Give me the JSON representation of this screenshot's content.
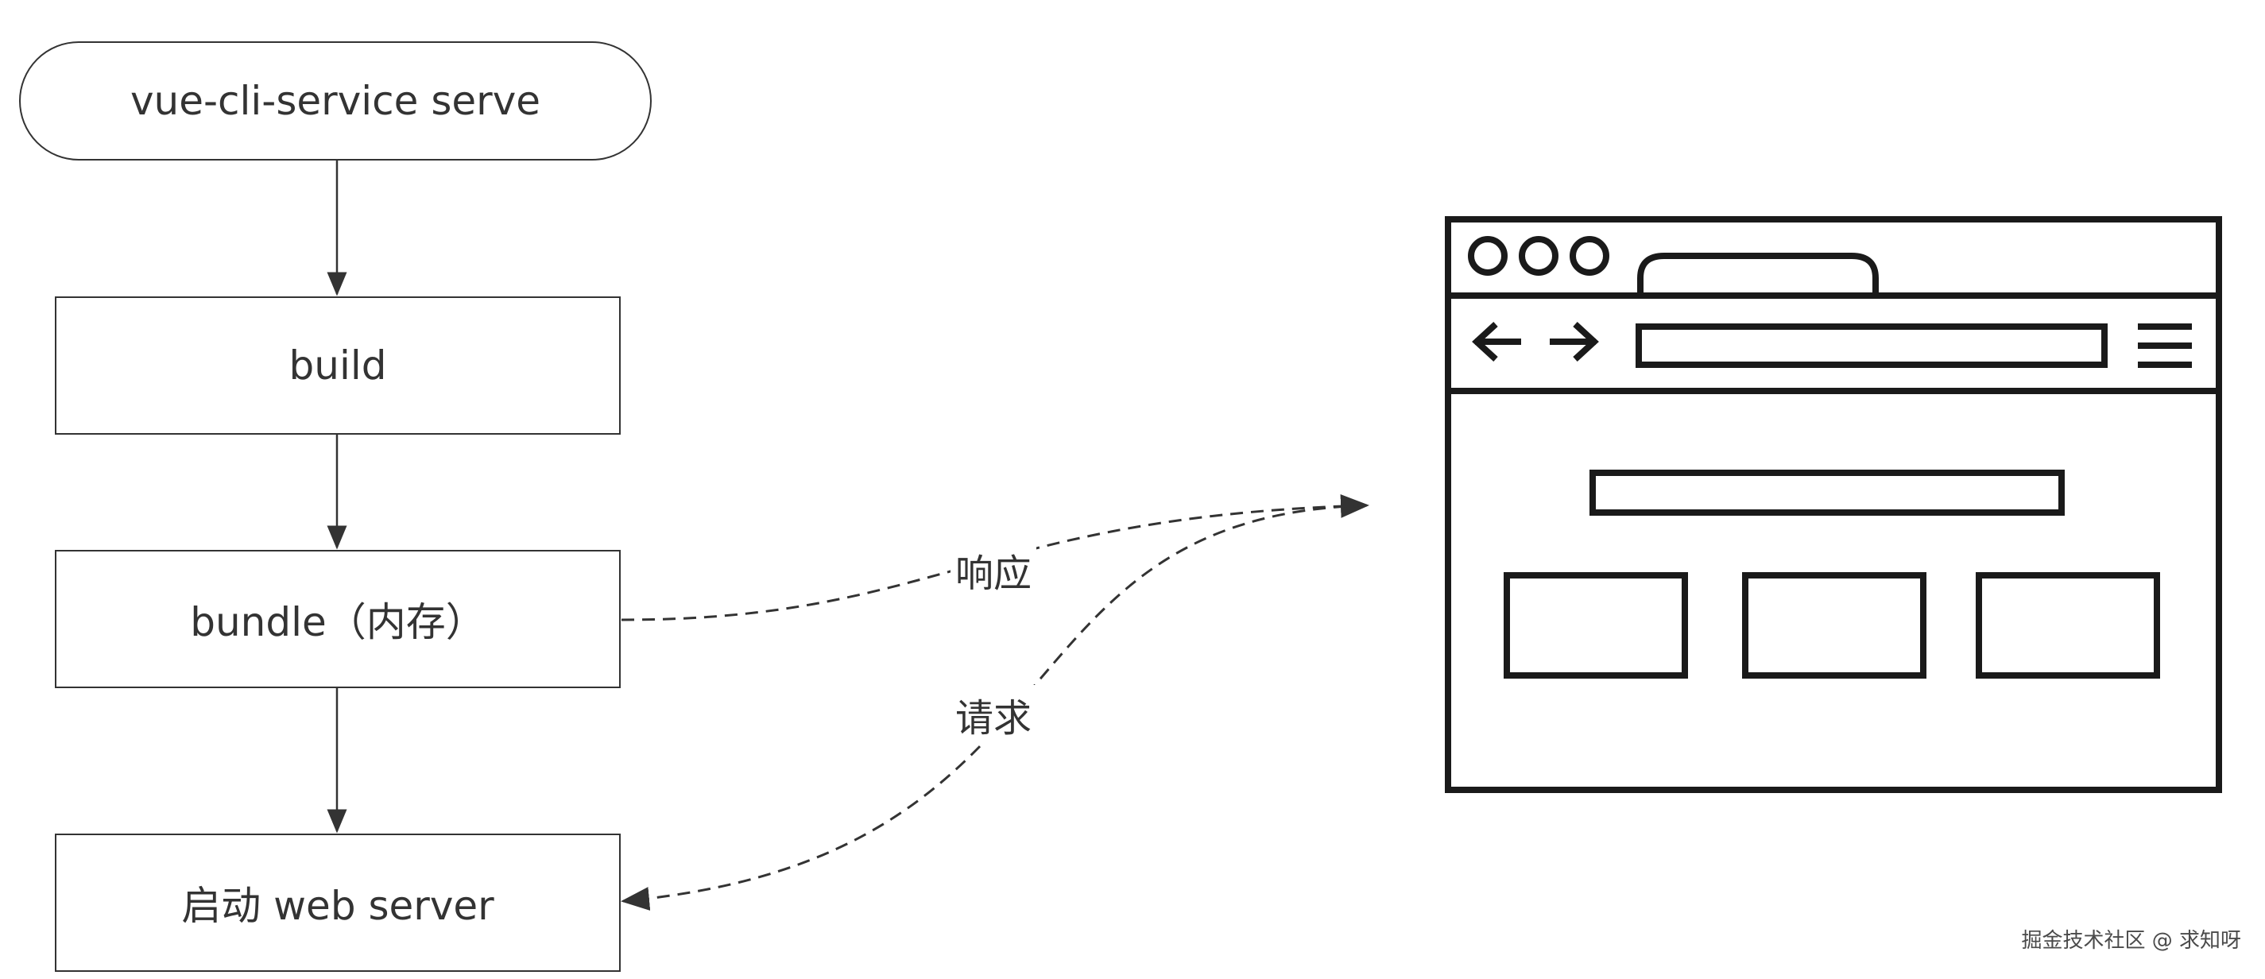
{
  "flow": {
    "start": "vue-cli-service serve",
    "build": "build",
    "bundle": "bundle（内存）",
    "server": "启动 web server"
  },
  "edges": {
    "response": "响应",
    "request": "请求"
  },
  "browser": {
    "window_buttons": 3
  },
  "watermark": "掘金技术社区 @ 求知呀",
  "colors": {
    "stroke": "#333333",
    "browser_stroke": "#1a1a1a",
    "background": "#ffffff"
  }
}
